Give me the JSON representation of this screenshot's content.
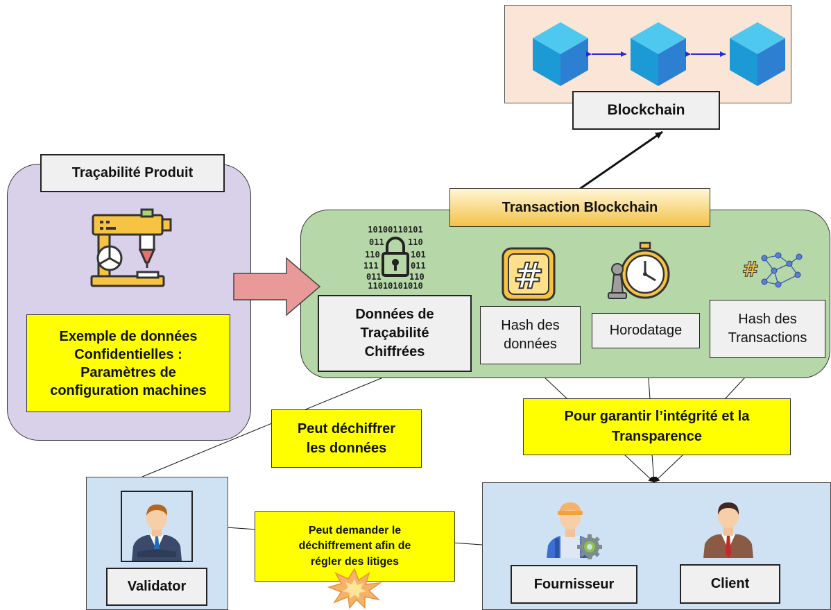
{
  "blockchain": {
    "label": "Blockchain"
  },
  "tracabilite": {
    "title": "Traçabilité Produit",
    "confidential_note": [
      "Exemple de données",
      "Confidentielles :",
      "Paramètres de",
      "configuration machines"
    ]
  },
  "transaction": {
    "title": "Transaction Blockchain",
    "items": {
      "donnees": [
        "Données de",
        "Traçabilité",
        "Chiffrées"
      ],
      "hash_donnees": [
        "Hash des",
        "données"
      ],
      "horodatage": [
        "Horodatage"
      ],
      "hash_transactions": [
        "Hash des",
        "Transactions"
      ]
    },
    "purpose_note": [
      "Pour garantir l’intégrité et la",
      "Transparence"
    ]
  },
  "validator": {
    "label": "Validator",
    "decrypt_note": [
      "Peut déchiffrer",
      "les données"
    ]
  },
  "dispute_note": [
    "Peut demander le",
    "déchiffrement afin de",
    "régler des litiges"
  ],
  "parties": {
    "fournisseur": "Fournisseur",
    "client": "Client"
  },
  "colors": {
    "blockchain_panel": "#fbe5d6",
    "tracabilite_panel": "#d9d1e9",
    "transaction_panel": "#b6d7a8",
    "people_panel": "#cfe2f3",
    "note_yellow": "#ffff00",
    "title_gradient_top": "#fff2cc",
    "title_gradient_bottom": "#f6c343",
    "big_arrow": "#ea9999",
    "cube": "#29a8e0",
    "chain_arrow": "#1f2ed6"
  }
}
